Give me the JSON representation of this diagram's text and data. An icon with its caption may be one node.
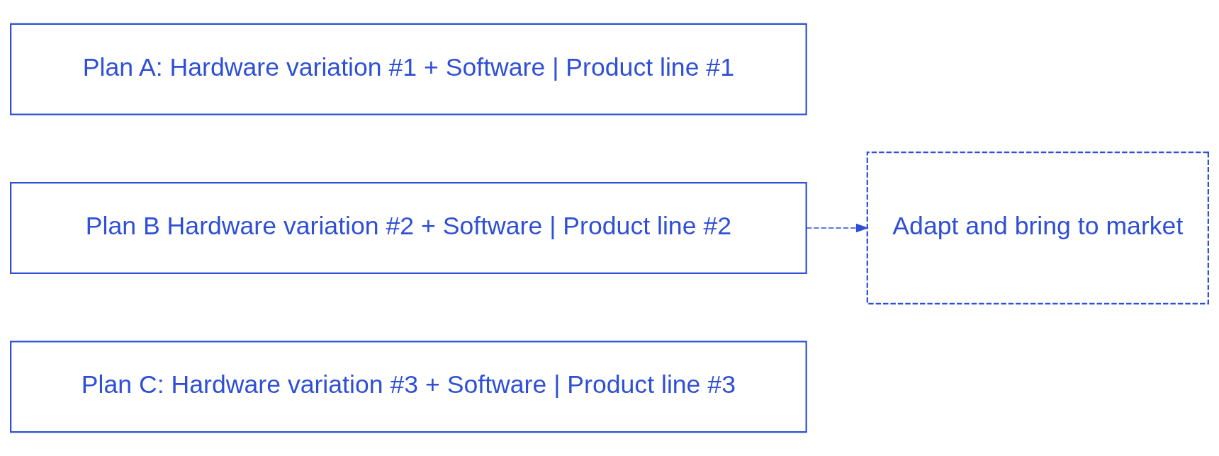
{
  "diagram": {
    "nodes": [
      {
        "text": [
          "Plan A: Hardware variation #1 + Software | Product line #1"
        ]
      },
      {
        "text": [
          "Plan B Hardware variation #2 + Software | Product line #2"
        ]
      },
      {
        "text": [
          "Plan C: Hardware variation #3 + Software | Product line #3"
        ]
      },
      {
        "text": [
          "Adapt and bring to market"
        ]
      }
    ],
    "edges": [
      {
        "from": 1,
        "to": 3,
        "arrow": "to",
        "style": "dashed"
      }
    ]
  }
}
